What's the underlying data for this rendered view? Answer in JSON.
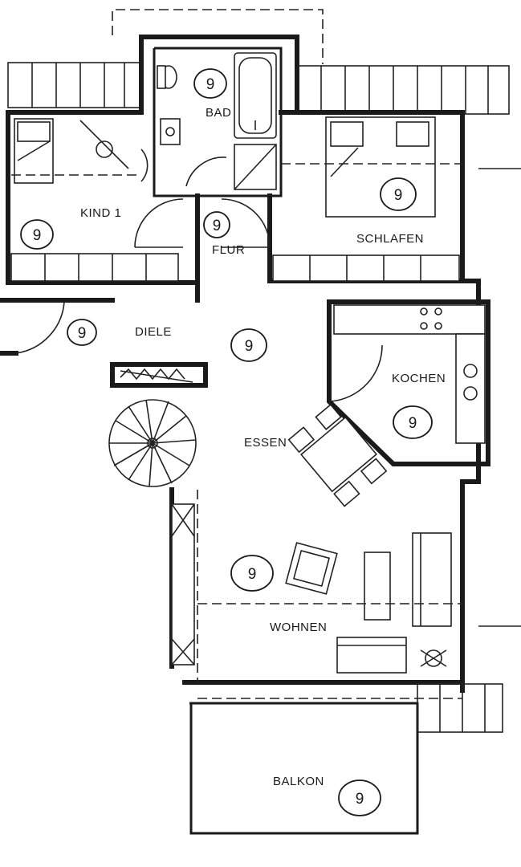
{
  "rooms": [
    {
      "id": "bad",
      "label": "BAD",
      "number": "9"
    },
    {
      "id": "kind1",
      "label": "KIND 1",
      "number": "9"
    },
    {
      "id": "flur",
      "label": "FLUR",
      "number": "9"
    },
    {
      "id": "schlafen",
      "label": "SCHLAFEN",
      "number": "9"
    },
    {
      "id": "diele",
      "label": "DIELE",
      "number": "9"
    },
    {
      "id": "kochen",
      "label": "KOCHEN",
      "number": "9"
    },
    {
      "id": "essen",
      "label": "ESSEN",
      "number": "9"
    },
    {
      "id": "wohnen",
      "label": "WOHNEN",
      "number": "9"
    },
    {
      "id": "balkon",
      "label": "BALKON",
      "number": "9"
    }
  ],
  "colors": {
    "line": "#1a1a1a",
    "background": "#ffffff"
  }
}
